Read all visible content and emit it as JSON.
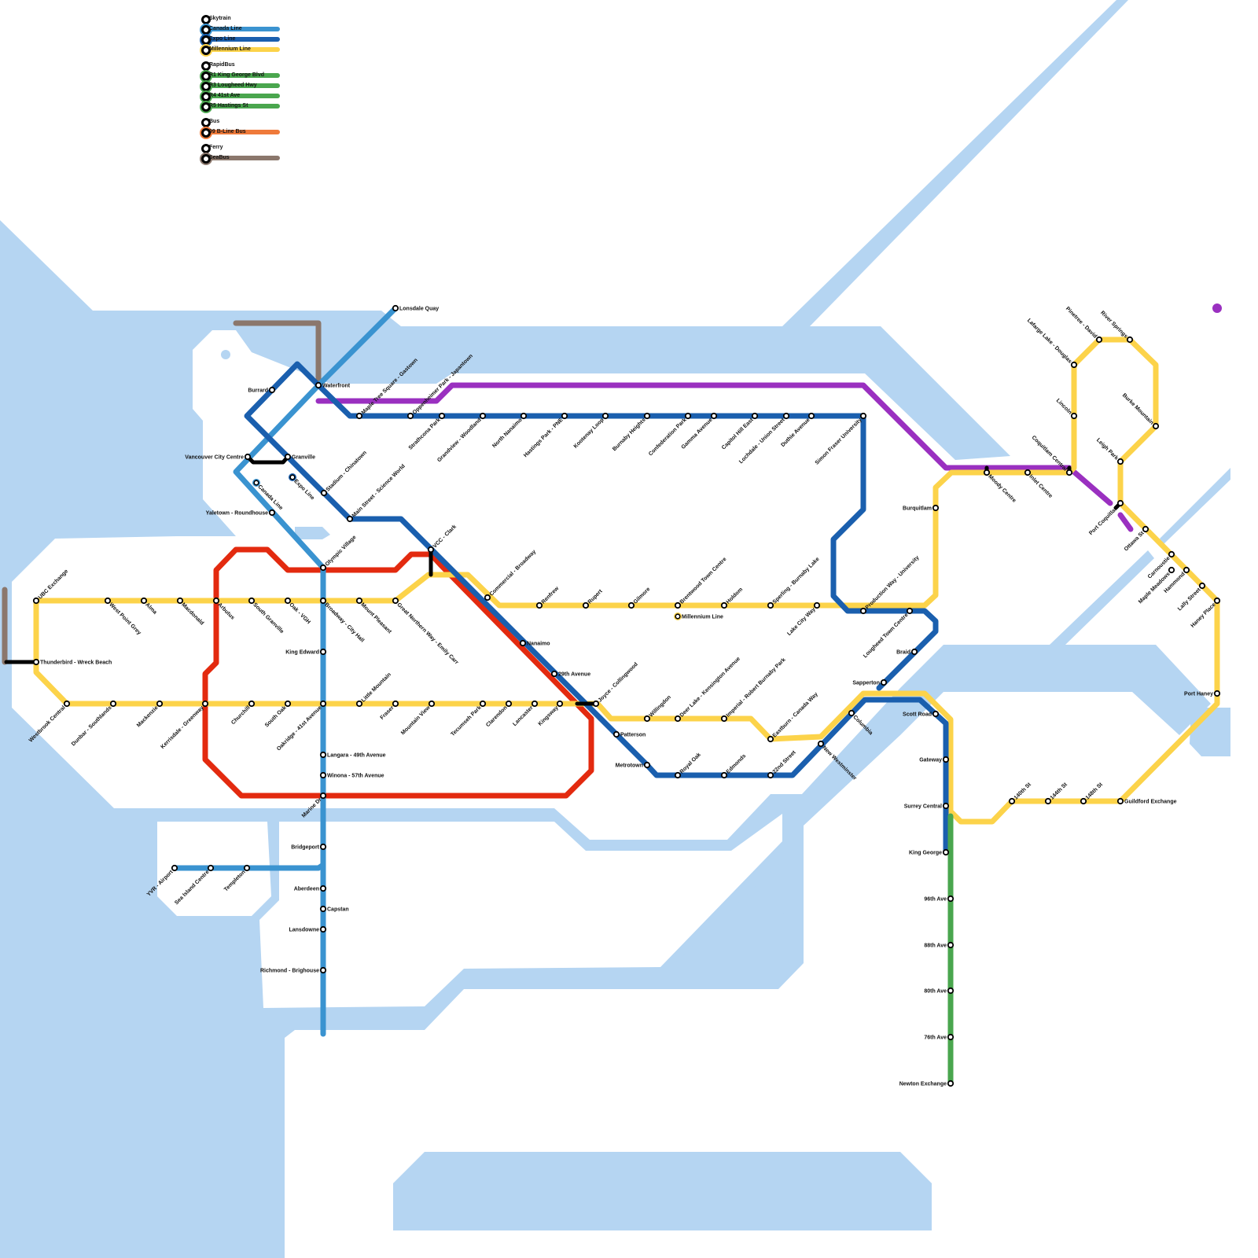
{
  "legend": {
    "groups": [
      {
        "title": "Skytrain",
        "items": [
          {
            "label": "Canada Line",
            "color": "#3a93d0"
          },
          {
            "label": "Expo Line",
            "color": "#1a5fae"
          },
          {
            "label": "Millennium Line",
            "color": "#fcd34a"
          }
        ]
      },
      {
        "title": "RapidBus",
        "items": [
          {
            "label": "R1 King George Blvd",
            "color": "#4aa64e"
          },
          {
            "label": "R3 Lougheed Hwy",
            "color": "#4aa64e"
          },
          {
            "label": "R4 41st Ave",
            "color": "#4aa64e"
          },
          {
            "label": "R5 Hastings St",
            "color": "#4aa64e"
          }
        ]
      },
      {
        "title": "Bus",
        "items": [
          {
            "label": "99 B-Line Bus",
            "color": "#ef7a3a"
          }
        ]
      },
      {
        "title": "Ferry",
        "items": [
          {
            "label": "SeaBus",
            "color": "#8b776c"
          }
        ]
      }
    ]
  },
  "colors": {
    "water": "#b5d5f2",
    "canada": "#3a93d0",
    "expo": "#1a5fae",
    "millennium": "#fcd34a",
    "red": "#e32a0f",
    "purple": "#9a30c0",
    "green": "#4aa64e",
    "seabus": "#8b776c",
    "transfer": "#000000"
  },
  "map_labels": [
    "Canada Line",
    "Expo Line",
    "Millennium Line"
  ],
  "lines": [
    {
      "id": "canada",
      "name": "Canada Line",
      "stations": [
        "Lonsdale Quay",
        "Waterfront",
        "Vancouver City Centre",
        "Yaletown - Roundhouse",
        "Olympic Village",
        "Broadway - City Hall",
        "King Edward",
        "Oakridge - 41st Avenue",
        "Langara - 49th Avenue",
        "Winona - 57th Avenue",
        "Marine Dr",
        "Bridgeport",
        "Aberdeen",
        "Capstan",
        "Lansdowne",
        "Richmond - Brighouse",
        "Templeton",
        "Sea Island Centre",
        "YVR - Airport"
      ]
    },
    {
      "id": "expo",
      "name": "Expo Line",
      "stations": [
        "Burrard",
        "Granville",
        "Stadium - Chinatown",
        "Main Street - Science World",
        "VCC - Clark",
        "Commercial - Broadway",
        "Nanaimo",
        "29th Avenue",
        "Joyce - Collingwood",
        "Patterson",
        "Metrotown",
        "Royal Oak",
        "Edmonds",
        "22nd Street",
        "New Westminster",
        "Columbia",
        "Scott Road",
        "Gateway",
        "Surrey Central",
        "King George",
        "Maple Tree Square - Gastown",
        "Oppenheimer Park - Japantown",
        "Strathcona Park",
        "Grandview - Woodland",
        "North Nanaimo",
        "Hastings Park - PNE",
        "Kootenay Loop",
        "Burnaby Heights",
        "Confederation Park",
        "Gamma Avenue",
        "Capitol Hill East",
        "Lochdale - Union Street",
        "Duthie Avenue",
        "Simon Fraser University",
        "Production Way - University",
        "Lougheed Town Centre",
        "Braid",
        "Sapperton"
      ]
    },
    {
      "id": "millennium",
      "name": "Millennium Line",
      "stations": [
        "UBC Exchange",
        "West Point Grey",
        "Alma",
        "Macdonald",
        "Arbutus",
        "South Granville",
        "Oak - VGH",
        "Mount Pleasant",
        "Great Northern Way - Emily Carr",
        "Renfrew",
        "Rupert",
        "Gilmore",
        "Brentwood Town Centre",
        "Holdom",
        "Sperling - Burnaby Lake",
        "Lake City Way",
        "Burquitlam",
        "Moody Centre",
        "Inlet Centre",
        "Coquitlam Central",
        "Lincoln",
        "Lafarge Lake - Douglas",
        "Pinetree - David",
        "River Springs",
        "Burke Mountain",
        "Leigh Park",
        "Port Coquitlam",
        "Ottawa St",
        "Carnoustie",
        "Maple Meadows",
        "Hammond",
        "Lally Street",
        "Haney Place",
        "Port Haney",
        "Guildford Exchange",
        "148th St",
        "144th St",
        "140th St",
        "Eastburn - Canada Way",
        "Imperial - Robert Burnaby Park",
        "Deer Lake - Kensington Avenue",
        "Willingdon",
        "Kingsway",
        "Lancaster",
        "Clarendon",
        "Tecumseh Park",
        "Mountain View",
        "Fraser",
        "Little Mountain",
        "South Oak",
        "Churchill",
        "Kerrisdale - Greenway",
        "Mackenzie",
        "Dunbar - Southlands",
        "Westbrook Central",
        "Thunderbird - Wreck Beach"
      ]
    },
    {
      "id": "green",
      "name": "R1 King George Blvd",
      "stations": [
        "96th Ave",
        "88th Ave",
        "80th Ave",
        "76th Ave",
        "Newton Exchange"
      ]
    }
  ]
}
